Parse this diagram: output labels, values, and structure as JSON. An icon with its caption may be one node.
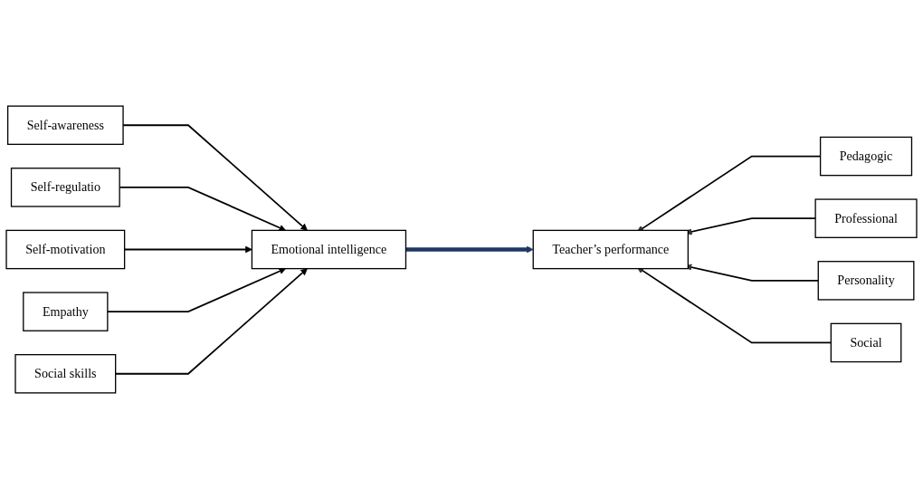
{
  "diagram": {
    "nodes": [
      {
        "text": [
          "Self-awareness"
        ]
      },
      {
        "text": [
          "Self-regulatio"
        ]
      },
      {
        "text": [
          "Self-motivation"
        ]
      },
      {
        "text": [
          "Empathy"
        ]
      },
      {
        "text": [
          "Social skills"
        ]
      },
      {
        "text": [
          "Emotional intelligence"
        ]
      },
      {
        "text": [
          "Teacher’s performance"
        ]
      },
      {
        "text": [
          "Pedagogic"
        ]
      },
      {
        "text": [
          "Professional"
        ]
      },
      {
        "text": [
          "Personality"
        ]
      },
      {
        "text": [
          "Social"
        ]
      }
    ],
    "edges": [
      {
        "from": 0,
        "to": 5,
        "arrow": "to"
      },
      {
        "from": 1,
        "to": 5,
        "arrow": "to"
      },
      {
        "from": 2,
        "to": 5,
        "arrow": "to"
      },
      {
        "from": 3,
        "to": 5,
        "arrow": "to"
      },
      {
        "from": 4,
        "to": 5,
        "arrow": "to"
      },
      {
        "from": 5,
        "to": 6,
        "arrow": "to",
        "style": "thick",
        "color": "#1f3864"
      },
      {
        "from": 7,
        "to": 6,
        "arrow": "to"
      },
      {
        "from": 8,
        "to": 6,
        "arrow": "to"
      },
      {
        "from": 9,
        "to": 6,
        "arrow": "to"
      },
      {
        "from": 10,
        "to": 6,
        "arrow": "to"
      }
    ]
  }
}
